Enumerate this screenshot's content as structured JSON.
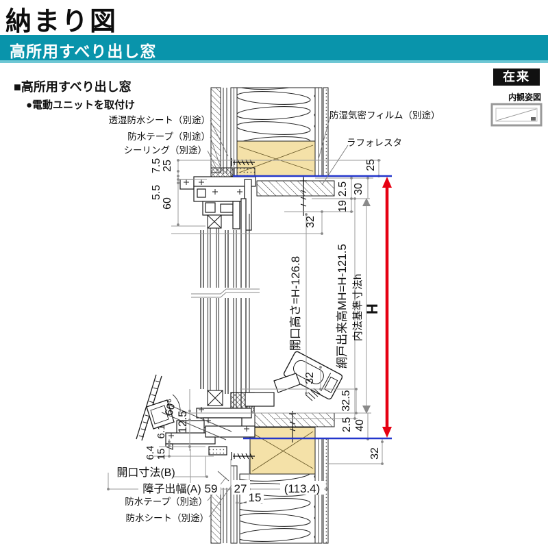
{
  "header": {
    "title": "納まり図",
    "banner": "高所用すべり出し窓"
  },
  "section": {
    "heading": "■高所用すべり出し窓",
    "note": "●電動ユニットを取付け"
  },
  "legend": {
    "construction": "在来",
    "view": "内観姿図"
  },
  "colors": {
    "banner_teal": "#0994ab",
    "banner_edge": "#6ec7d4",
    "dim_red": "#e60012",
    "ref_blue": "#2336cc",
    "wood_tan": "#f4e1a8",
    "badge_bg": "#111111"
  },
  "callouts": {
    "toshitsu_sheet": "透湿防水シート（別途）",
    "tape_top": "防水テープ（別途）",
    "sealing": "シーリング（別途）",
    "film": "防湿気密フィルム（別途）",
    "laforesta": "ラフォレスタ",
    "tape_bottom": "防水テープ（別途）",
    "sheet_bottom": "防水シート（別途）"
  },
  "dims": {
    "left7_5": "7.5",
    "left25": "25",
    "left5_5": "5.5",
    "left60": "60",
    "right25": "25",
    "right2_5": "2.5",
    "right30": "30",
    "right19": "19",
    "top32": "32",
    "kaikou_h": "開口高さ=H-126.8",
    "amido_mh": "網戸出来高MH=H-121.5",
    "uchinori": "内法基準寸法h",
    "H": "H",
    "motor32": "32",
    "b32_5": "32.5",
    "b2_5": "2.5",
    "b40": "40",
    "b32": "32",
    "deg60": "60°",
    "d12_5": "12.5",
    "d6_1": "6.1",
    "d6_4": "6.4",
    "d15l": "15",
    "kaikou_b": "開口寸法(B)",
    "shouji_a": "障子出幅(A)",
    "d59": "59",
    "d27": "27",
    "d113": "(113.4)",
    "d15b": "15"
  }
}
